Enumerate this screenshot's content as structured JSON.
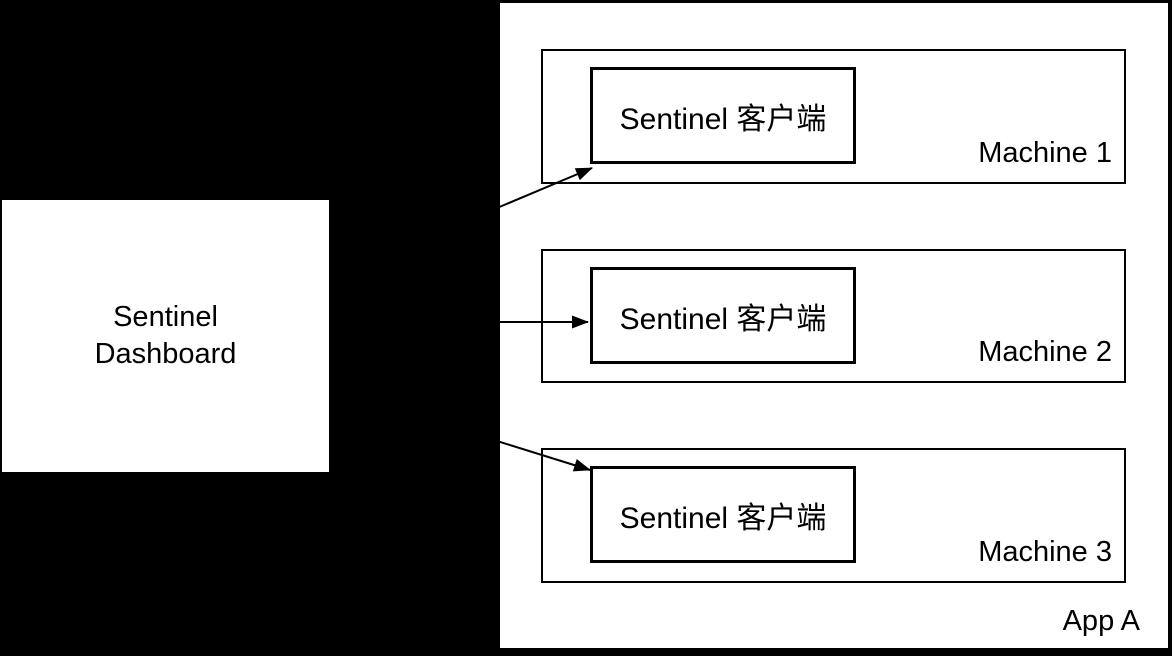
{
  "diagram": {
    "title": "Sentinel Dashboard to App A machines topology",
    "colors": {
      "background": "#000000",
      "node_fill": "#ffffff",
      "line": "#000000",
      "text": "#000000"
    },
    "dashboard": {
      "label_line1": "Sentinel",
      "label_line2": "Dashboard"
    },
    "app": {
      "label": "App A",
      "machines": [
        {
          "name": "Machine 1",
          "client_label": "Sentinel 客户端"
        },
        {
          "name": "Machine 2",
          "client_label": "Sentinel 客户端"
        },
        {
          "name": "Machine 3",
          "client_label": "Sentinel 客户端"
        }
      ]
    },
    "connections": [
      {
        "from": "Sentinel Dashboard",
        "to": "Sentinel 客户端 (Machine 1)"
      },
      {
        "from": "Sentinel Dashboard",
        "to": "Sentinel 客户端 (Machine 2)"
      },
      {
        "from": "Sentinel Dashboard",
        "to": "Sentinel 客户端 (Machine 3)"
      }
    ]
  }
}
